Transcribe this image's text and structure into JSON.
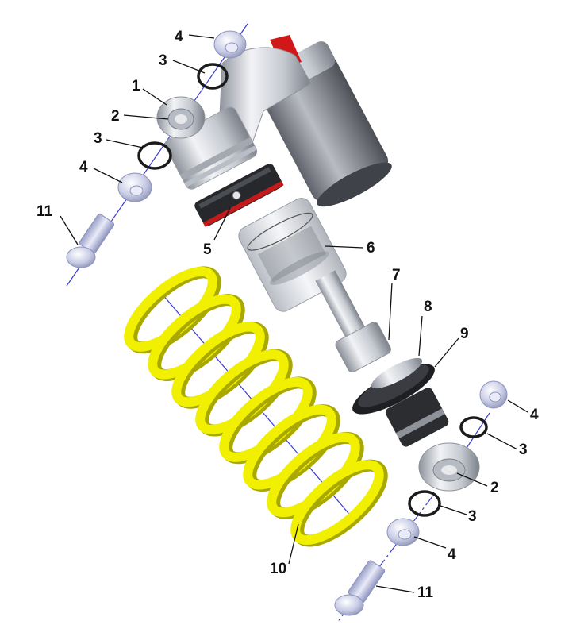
{
  "diagram": {
    "callouts": [
      {
        "id": "c4a",
        "text": "4"
      },
      {
        "id": "c3a",
        "text": "3"
      },
      {
        "id": "c1",
        "text": "1"
      },
      {
        "id": "c2a",
        "text": "2"
      },
      {
        "id": "c3b",
        "text": "3"
      },
      {
        "id": "c4b",
        "text": "4"
      },
      {
        "id": "c11a",
        "text": "11"
      },
      {
        "id": "c5",
        "text": "5"
      },
      {
        "id": "c6",
        "text": "6"
      },
      {
        "id": "c7",
        "text": "7"
      },
      {
        "id": "c8",
        "text": "8"
      },
      {
        "id": "c9",
        "text": "9"
      },
      {
        "id": "c4c",
        "text": "4"
      },
      {
        "id": "c3c",
        "text": "3"
      },
      {
        "id": "c2b",
        "text": "2"
      },
      {
        "id": "c3d",
        "text": "3"
      },
      {
        "id": "c4d",
        "text": "4"
      },
      {
        "id": "c10",
        "text": "10"
      },
      {
        "id": "c11b",
        "text": "11"
      }
    ],
    "colors": {
      "spring": "#f0f000",
      "spring_shadow": "#a8a800",
      "metal": "#cfd2d8",
      "metal_dark": "#7d828c",
      "reservoir": "#8a8d95",
      "cap_red": "#d01818",
      "axis": "#3b3bd6",
      "leader": "#111111"
    }
  }
}
